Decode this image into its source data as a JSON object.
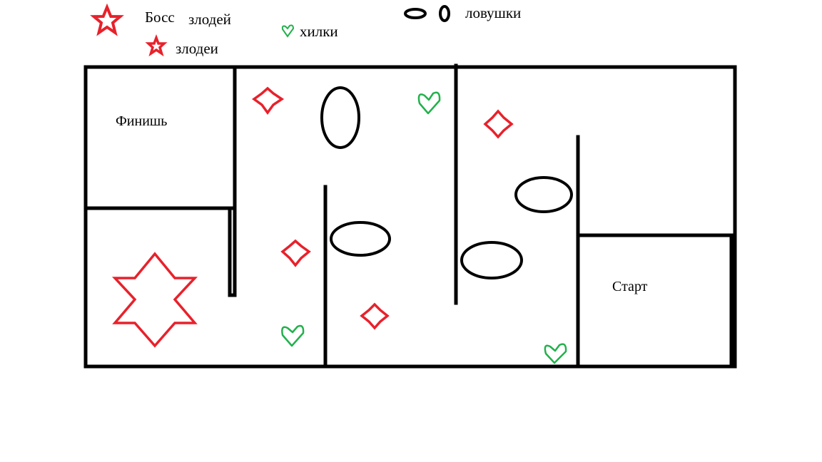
{
  "legend": {
    "boss_label_1": "Босс",
    "boss_label_2": "злодей",
    "villain_label": "злодеи",
    "heal_label": "хилки",
    "trap_label": "ловушки"
  },
  "rooms": {
    "finish_label": "Финишь",
    "start_label": "Старт"
  },
  "colors": {
    "wall": "#000000",
    "star": "#e8212b",
    "heal": "#22b14c",
    "trap": "#000000"
  },
  "icons": {
    "boss": "six-point-star-icon",
    "villain": "star-icon",
    "heal": "heart-icon",
    "trap": "ellipse-trap-icon"
  }
}
